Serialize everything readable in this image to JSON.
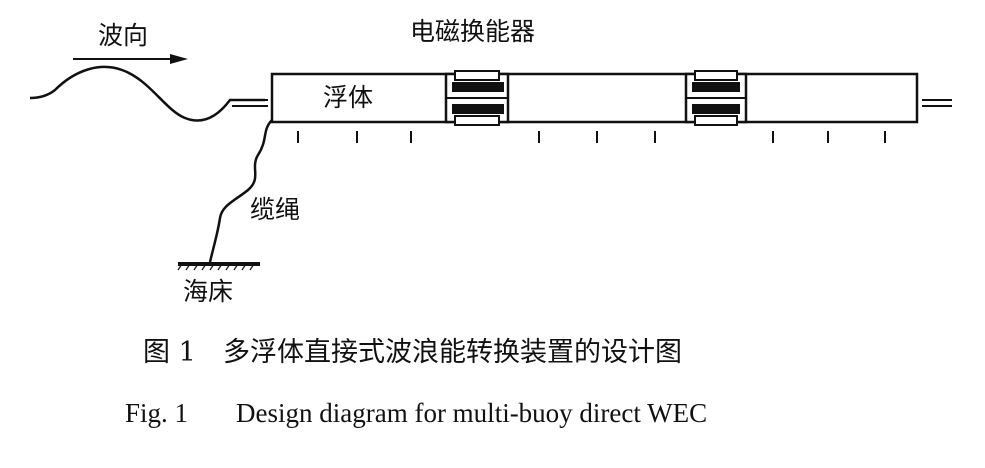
{
  "labels": {
    "wave_direction": "波向",
    "transducer": "电磁换能器",
    "buoy": "浮体",
    "cable": "缆绳",
    "seabed": "海床"
  },
  "caption": {
    "cn_number": "图 1",
    "cn_text": "多浮体直接式波浪能转换装置的设计图",
    "en_number": "Fig. 1",
    "en_text": "Design diagram for multi-buoy direct WEC"
  },
  "colors": {
    "ink": "#111111",
    "background": "#ffffff"
  }
}
